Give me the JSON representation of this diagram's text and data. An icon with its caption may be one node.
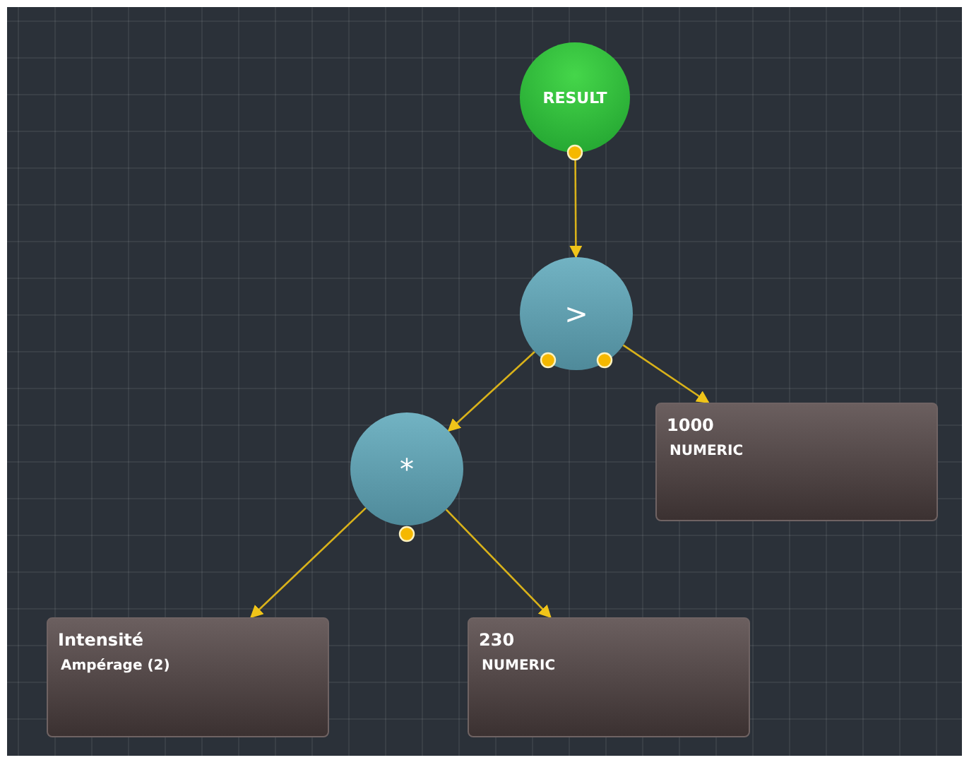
{
  "diagram": {
    "nodes": [
      {
        "text": [
          "RESULT"
        ]
      },
      {
        "text": [
          ">"
        ]
      },
      {
        "text": [
          "1000",
          "NUMERIC"
        ]
      },
      {
        "text": [
          "*"
        ]
      },
      {
        "text": [
          "Intensité",
          "Ampérage (2)"
        ]
      },
      {
        "text": [
          "230",
          "NUMERIC"
        ]
      }
    ],
    "edges": [
      {
        "from": 0,
        "to": 1,
        "arrow": "to"
      },
      {
        "from": 1,
        "to": 3,
        "arrow": "to"
      },
      {
        "from": 1,
        "to": 2,
        "arrow": "to"
      },
      {
        "from": 3,
        "to": 4,
        "arrow": "to"
      },
      {
        "from": 3,
        "to": 5,
        "arrow": "to"
      }
    ]
  }
}
